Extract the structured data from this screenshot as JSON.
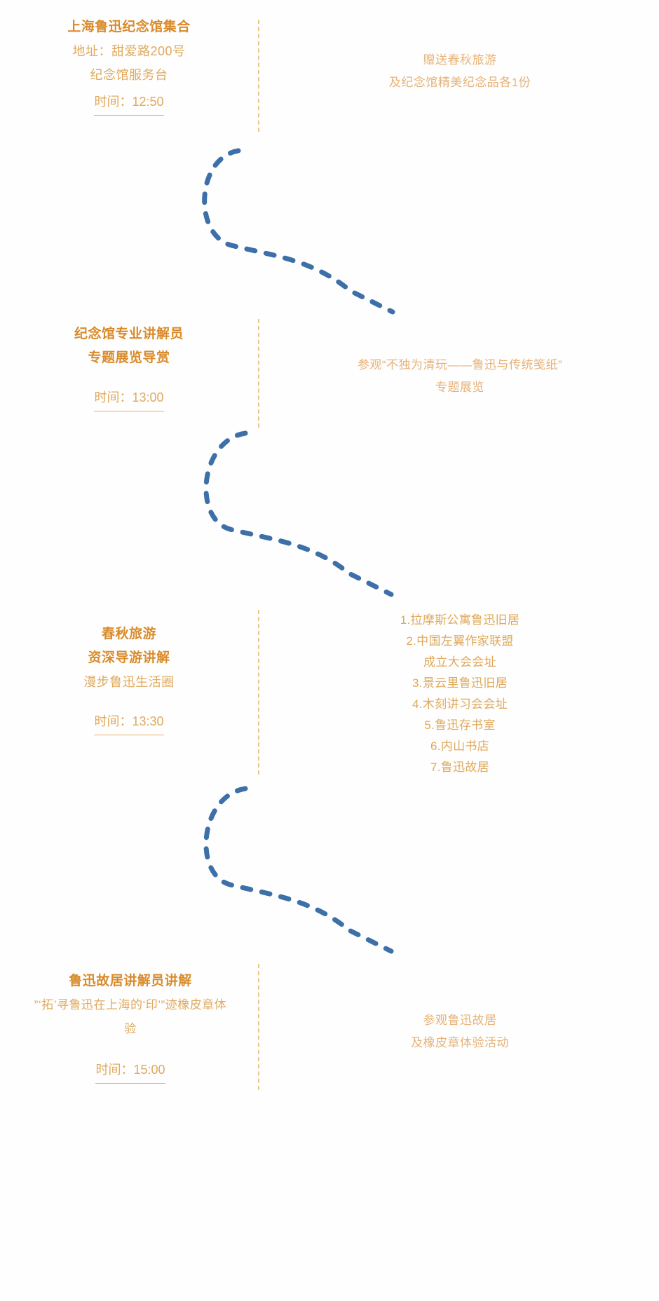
{
  "theme": {
    "bg": "#ffffff",
    "title_color": "#d98b2b",
    "text_color": "#e0a95c",
    "right_text_color": "#e7b277",
    "divider_color": "#e8c98a",
    "curve_color": "#3d6fa8"
  },
  "divider": {
    "name": "center-dashed-divider"
  },
  "stages": [
    {
      "id": "stage-1",
      "left": {
        "title": "上海鲁迅纪念馆集合",
        "lines": [
          "地址：甜爱路200号",
          "纪念馆服务台"
        ],
        "time": "时间：12:50"
      },
      "right": {
        "lines": [
          "赠送春秋旅游",
          "及纪念馆精美纪念品各1份"
        ]
      }
    },
    {
      "id": "stage-2",
      "left": {
        "title_lines": [
          "纪念馆专业讲解员",
          "专题展览导赏"
        ],
        "lines": [],
        "time": "时间：13:00"
      },
      "right": {
        "lines": [
          "参观“不独为清玩——鲁迅与传统笺纸”",
          "专题展览"
        ]
      }
    },
    {
      "id": "stage-3",
      "left": {
        "title_lines": [
          "春秋旅游",
          "资深导游讲解"
        ],
        "lines": [
          "漫步鲁迅生活圈"
        ],
        "time": "时间：13:30"
      },
      "right": {
        "list": [
          "1.拉摩斯公寓鲁迅旧居",
          "2.中国左翼作家联盟",
          "成立大会会址",
          "3.景云里鲁迅旧居",
          "4.木刻讲习会会址",
          "5.鲁迅存书室",
          "6.内山书店",
          "7.鲁迅故居"
        ]
      }
    },
    {
      "id": "stage-4",
      "left": {
        "title": "鲁迅故居讲解员讲解",
        "lines": [
          "”‘拓’寻鲁迅在上海的‘印’”迹橡皮章体",
          "验"
        ],
        "time": "时间：15:00"
      },
      "right": {
        "lines": [
          "参观鲁迅故居",
          "及橡皮章体验活动"
        ]
      }
    }
  ],
  "connectors": [
    {
      "name": "connector-curve-1"
    },
    {
      "name": "connector-curve-2"
    },
    {
      "name": "connector-curve-3"
    }
  ]
}
